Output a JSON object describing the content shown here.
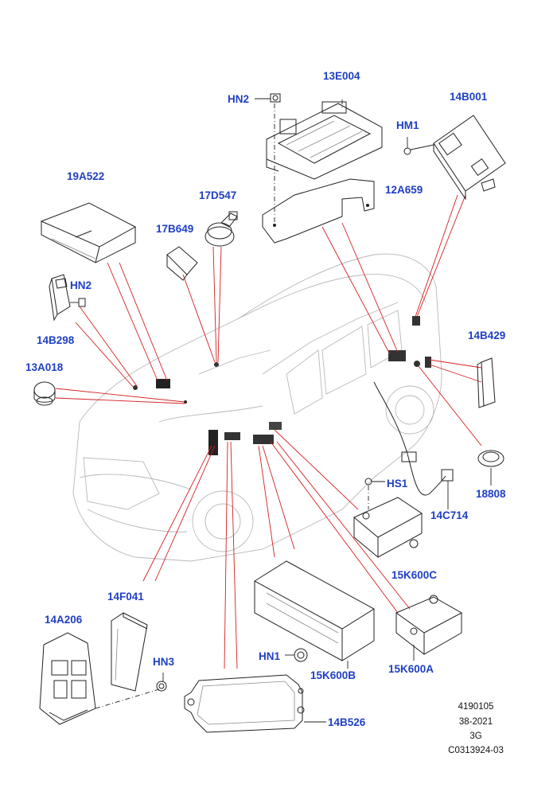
{
  "labels": {
    "13E004": "13E004",
    "HN2_top": "HN2",
    "14B001": "14B001",
    "HM1": "HM1",
    "12A659": "12A659",
    "19A522": "19A522",
    "17D547": "17D547",
    "17B649": "17B649",
    "HN2_left": "HN2",
    "14B298": "14B298",
    "13A018": "13A018",
    "14B429": "14B429",
    "18808": "18808",
    "HS1": "HS1",
    "14C714": "14C714",
    "15K600C": "15K600C",
    "14F041": "14F041",
    "14A206": "14A206",
    "HN3": "HN3",
    "HN1": "HN1",
    "15K600B": "15K600B",
    "15K600A": "15K600A",
    "14B526": "14B526"
  },
  "info_block": {
    "line1": "4190105",
    "line2": "38-2021",
    "line3": "3G",
    "line4": "C0313924-03"
  },
  "colors": {
    "label": "#1f3fc4",
    "leader": "#d42020",
    "outline": "#222222",
    "car": "#b8b8b8"
  }
}
